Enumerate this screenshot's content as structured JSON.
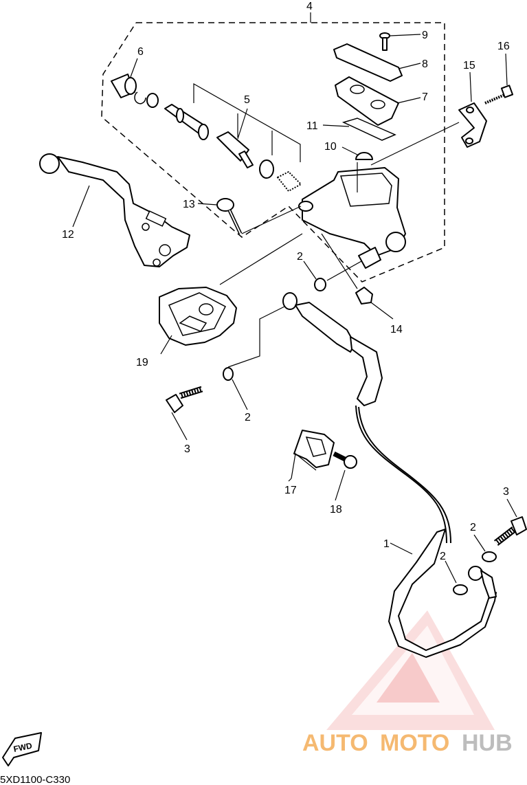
{
  "labels": {
    "l1": "1",
    "l2a": "2",
    "l2b": "2",
    "l2c": "2",
    "l2d": "2",
    "l3a": "3",
    "l3b": "3",
    "l4": "4",
    "l5": "5",
    "l6": "6",
    "l7": "7",
    "l8": "8",
    "l9": "9",
    "l10": "10",
    "l11": "11",
    "l12": "12",
    "l13": "13",
    "l14": "14",
    "l15": "15",
    "l16": "16",
    "l17": "17",
    "l18": "18",
    "l19": "19"
  },
  "fwd_label": "FWD",
  "diagram_code": "5XD1100-C330",
  "watermark": {
    "auto": "AUTO",
    "moto": "MOTO",
    "hub": "HUB"
  },
  "colors": {
    "watermark_red": "#f0a0a0",
    "watermark_orange": "#f5b971",
    "watermark_gray": "#bdbdbd"
  }
}
